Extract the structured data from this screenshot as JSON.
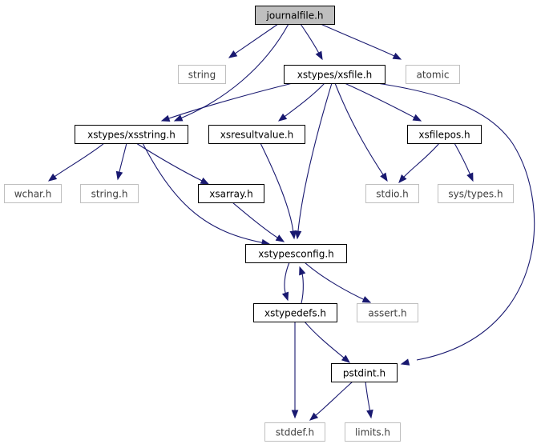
{
  "nodes": {
    "journalfile": {
      "label": "journalfile.h",
      "kind": "focus"
    },
    "string": {
      "label": "string",
      "kind": "external"
    },
    "xsfile": {
      "label": "xstypes/xsfile.h",
      "kind": "internal"
    },
    "atomic": {
      "label": "atomic",
      "kind": "external"
    },
    "xsstring": {
      "label": "xstypes/xsstring.h",
      "kind": "internal"
    },
    "xsresultvalue": {
      "label": "xsresultvalue.h",
      "kind": "internal"
    },
    "xsfilepos": {
      "label": "xsfilepos.h",
      "kind": "internal"
    },
    "wchar": {
      "label": "wchar.h",
      "kind": "external"
    },
    "string_h": {
      "label": "string.h",
      "kind": "external"
    },
    "xsarray": {
      "label": "xsarray.h",
      "kind": "internal"
    },
    "stdio": {
      "label": "stdio.h",
      "kind": "external"
    },
    "systypes": {
      "label": "sys/types.h",
      "kind": "external"
    },
    "xstypesconfig": {
      "label": "xstypesconfig.h",
      "kind": "internal"
    },
    "xstypedefs": {
      "label": "xstypedefs.h",
      "kind": "internal"
    },
    "assert": {
      "label": "assert.h",
      "kind": "external"
    },
    "pstdint": {
      "label": "pstdint.h",
      "kind": "internal"
    },
    "stddef": {
      "label": "stddef.h",
      "kind": "external"
    },
    "limits": {
      "label": "limits.h",
      "kind": "external"
    }
  },
  "edges": [
    [
      "journalfile",
      "string"
    ],
    [
      "journalfile",
      "xsfile"
    ],
    [
      "journalfile",
      "atomic"
    ],
    [
      "journalfile",
      "xsstring"
    ],
    [
      "xsfile",
      "xsstring"
    ],
    [
      "xsfile",
      "xsresultvalue"
    ],
    [
      "xsfile",
      "xstypesconfig"
    ],
    [
      "xsfile",
      "stdio"
    ],
    [
      "xsfile",
      "xsfilepos"
    ],
    [
      "xsfile",
      "pstdint"
    ],
    [
      "xsstring",
      "wchar"
    ],
    [
      "xsstring",
      "string_h"
    ],
    [
      "xsstring",
      "xsarray"
    ],
    [
      "xsstring",
      "xstypesconfig"
    ],
    [
      "xsresultvalue",
      "xstypesconfig"
    ],
    [
      "xsarray",
      "xstypesconfig"
    ],
    [
      "xsfilepos",
      "stdio"
    ],
    [
      "xsfilepos",
      "systypes"
    ],
    [
      "xstypesconfig",
      "xstypedefs"
    ],
    [
      "xstypesconfig",
      "assert"
    ],
    [
      "xstypedefs",
      "xstypesconfig"
    ],
    [
      "xstypedefs",
      "pstdint"
    ],
    [
      "xstypedefs",
      "stddef"
    ],
    [
      "pstdint",
      "stddef"
    ],
    [
      "pstdint",
      "limits"
    ]
  ],
  "colors": {
    "edge": "#191970",
    "focus_fill": "#bfbfbf",
    "internal_border": "#000000",
    "external_border": "#bfbfbf",
    "internal_text": "#000000",
    "external_text": "#3f3f3f"
  }
}
